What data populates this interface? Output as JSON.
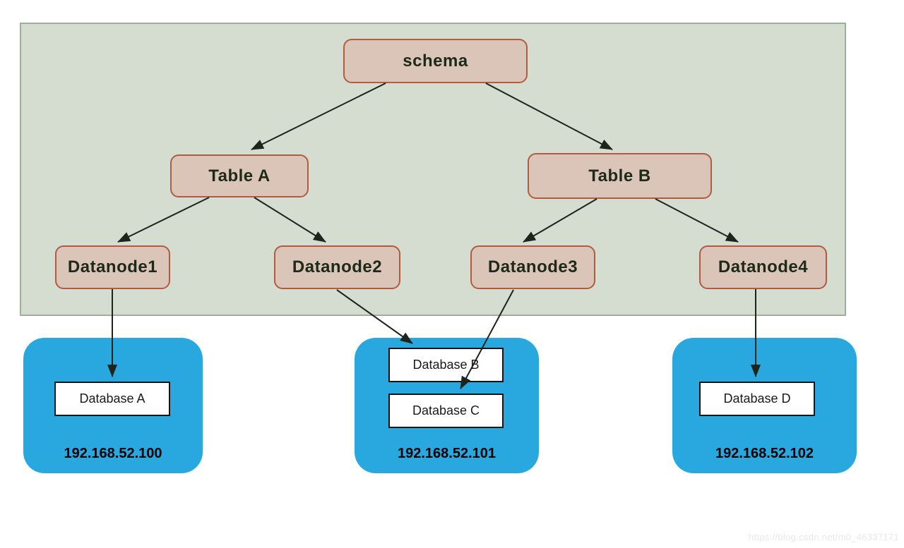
{
  "diagram": {
    "panel_nodes": {
      "schema": "schema",
      "table_a": "Table A",
      "table_b": "Table B",
      "datanode1": "Datanode1",
      "datanode2": "Datanode2",
      "datanode3": "Datanode3",
      "datanode4": "Datanode4"
    },
    "hosts": [
      {
        "ip": "192.168.52.100",
        "databases": [
          "Database A"
        ]
      },
      {
        "ip": "192.168.52.101",
        "databases": [
          "Database B",
          "Database C"
        ]
      },
      {
        "ip": "192.168.52.102",
        "databases": [
          "Database D"
        ]
      }
    ],
    "edges": [
      {
        "from": "schema",
        "to": "Table A"
      },
      {
        "from": "schema",
        "to": "Table B"
      },
      {
        "from": "Table A",
        "to": "Datanode1"
      },
      {
        "from": "Table A",
        "to": "Datanode2"
      },
      {
        "from": "Table B",
        "to": "Datanode3"
      },
      {
        "from": "Table B",
        "to": "Datanode4"
      },
      {
        "from": "Datanode1",
        "to": "Database A"
      },
      {
        "from": "Datanode2",
        "to": "Database B"
      },
      {
        "from": "Datanode3",
        "to": "Database C"
      },
      {
        "from": "Datanode4",
        "to": "Database D"
      }
    ],
    "colors": {
      "panel_bg": "#d5dcd0",
      "panel_border": "#9fae9a",
      "node_bg": "#dac5b8",
      "node_border": "#b05c41",
      "node_text": "#1d2a1a",
      "host_bg": "#29a8e0",
      "db_box_bg": "#ffffff",
      "arrow": "#1c241c"
    }
  },
  "watermark": "https://blog.csdn.net/m0_46337171"
}
